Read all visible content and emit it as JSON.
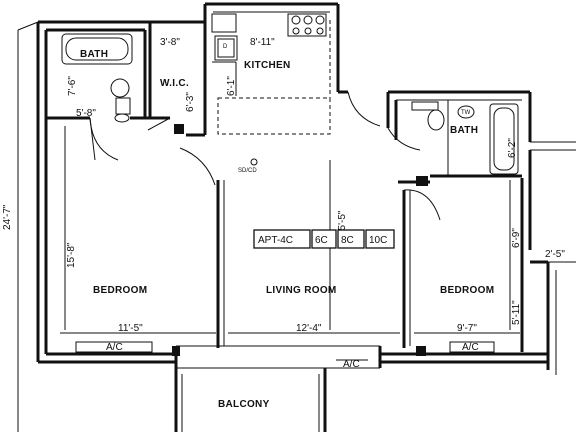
{
  "rooms": {
    "bath_left": "BATH",
    "wic": "W.I.C.",
    "kitchen": "KITCHEN",
    "bath_right": "BATH",
    "bedroom_left": "BEDROOM",
    "living_room": "LIVING ROOM",
    "bedroom_right": "BEDROOM",
    "balcony": "BALCONY"
  },
  "dimensions": {
    "overall_height": "24'-7\"",
    "bath_left_depth": "7'-6\"",
    "bath_left_width": "5'-8\"",
    "wic_width": "3'-8\"",
    "wic_depth": "6'-3\"",
    "kitchen_width": "8'-11\"",
    "kitchen_depth": "6'-1\"",
    "bath_right_depth": "6'-2\"",
    "bedroom_left_depth": "15'-8\"",
    "bedroom_left_width": "11'-5\"",
    "living_depth": "15'-5\"",
    "living_width": "12'-4\"",
    "bedroom_right_depth_upper": "6'-9\"",
    "bedroom_right_depth_lower": "5'-11\"",
    "bedroom_right_width": "9'-7\"",
    "right_edge": "2'-5\""
  },
  "labels": {
    "smoke_detector": "SD/CD",
    "ac_left": "A/C",
    "ac_center": "A/C",
    "ac_right": "A/C",
    "wic_door_tag": "D",
    "bath_tag": "TW"
  },
  "unit_tag": {
    "apt": "APT-4C",
    "f1": "6C",
    "f2": "8C",
    "f3": "10C"
  }
}
